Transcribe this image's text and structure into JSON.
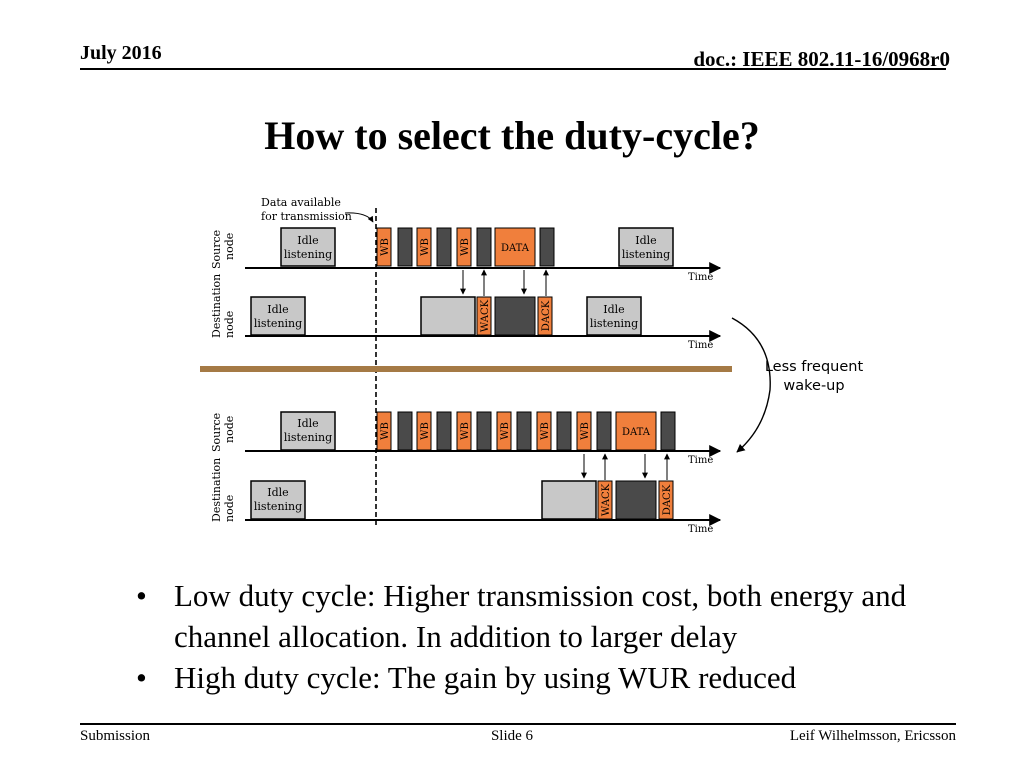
{
  "header": {
    "date": "July 2016",
    "doc": "doc.: IEEE 802.11-16/0968r0"
  },
  "title": "How to select the duty-cycle?",
  "diagram": {
    "annotation_line1": "Data available",
    "annotation_line2": "for transmission",
    "less_frequent_line1": "Less frequent",
    "less_frequent_line2": "wake-up",
    "time_label": "Time",
    "source_label_line1": "Source",
    "source_label_line2": "node",
    "destination_label_line1": "Destination",
    "destination_label_line2": "node",
    "idle_line1": "Idle",
    "idle_line2": "listening",
    "wb": "WB",
    "data": "DATA",
    "wack": "WACK",
    "dack": "DACK",
    "colors": {
      "orange": "#F07F3C",
      "dark": "#4A4A4A",
      "light": "#C8C8C8",
      "divider": "#A57A45"
    }
  },
  "bullets": [
    "Low duty cycle: Higher transmission cost, both energy and channel allocation. In addition to larger delay",
    "High duty cycle: The gain by using WUR reduced"
  ],
  "footer": {
    "left": "Submission",
    "center": "Slide 6",
    "right": "Leif Wilhelmsson, Ericsson"
  }
}
